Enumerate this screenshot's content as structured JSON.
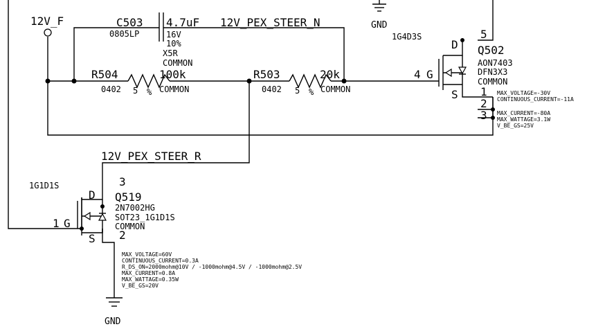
{
  "nets": {
    "supply": "12V_F",
    "steer_n": "12V_PEX_STEER_N",
    "steer_r": "12V_PEX_STEER_R",
    "gnd_top": "GND",
    "gnd_bottom": "GND"
  },
  "c503": {
    "ref": "C503",
    "value": "4.7uF",
    "package": "0805LP",
    "voltage": "16V",
    "tolerance": "10%",
    "dielectric": "X5R",
    "type": "COMMON"
  },
  "r504": {
    "ref": "R504",
    "value": "100k",
    "package": "0402",
    "tolerance": "5",
    "pct": "%",
    "type": "COMMON"
  },
  "r503": {
    "ref": "R503",
    "value": "20k",
    "package": "0402",
    "tolerance": "5",
    "pct": "%",
    "type": "COMMON"
  },
  "q502": {
    "ref": "Q502",
    "part": "AON7403",
    "package": "DFN3X3",
    "type": "COMMON",
    "code": "1G4D3S",
    "pin_d": "D",
    "pin_g": "G",
    "pin_s": "S",
    "pin_g_num": "4",
    "pin_5": "5",
    "pin_1": "1",
    "pin_2": "2",
    "pin_3": "3",
    "notes": [
      "MAX_VOLTAGE=-30V",
      "CONTINUOUS_CURRENT=-11A",
      "MAX_CURRENT=-80A",
      "MAX_WATTAGE=3.1W",
      "V_BE_GS=25V"
    ]
  },
  "q519": {
    "ref": "Q519",
    "part": "2N7002HG",
    "package": "SOT23_1G1D1S",
    "type": "COMMON",
    "code": "1G1D1S",
    "pin_d": "D",
    "pin_g": "G",
    "pin_s": "S",
    "pin_g_num": "1",
    "pin_3": "3",
    "pin_2": "2",
    "notes": [
      "MAX_VOLTAGE=60V",
      "CONTINUOUS_CURRENT=0.3A",
      "R_DS_ON=2000mohm@10V / -1000mohm@4.5V / -1000mohm@2.5V",
      "MAX_CURRENT=0.8A",
      "MAX_WATTAGE=0.35W",
      "V_BE_GS=20V"
    ]
  }
}
